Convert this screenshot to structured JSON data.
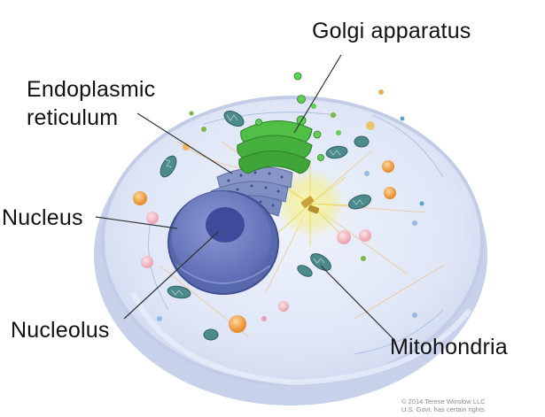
{
  "labels": {
    "golgi": "Golgi apparatus",
    "er_line1": "Endoplasmic",
    "er_line2": "reticulum",
    "nucleus": "Nucleus",
    "nucleolus": "Nucleolus",
    "mitochondria": "Mitohondria"
  },
  "copyright": {
    "line1": "© 2014 Terese Winslow LLC",
    "line2": "U.S. Govt. has certain rights"
  },
  "colors": {
    "cytoplasm": "#dfe6f6",
    "membrane": "#c4cee6",
    "nucleus": "#6f7fc2",
    "nucleolus": "#3e4a9a",
    "golgi": "#3fae3a",
    "mitochondria": "#4d8a8e",
    "er": "#7b8fc0",
    "centrosome_glow": "#f4f08a",
    "vesicle_orange": "#f0a040",
    "vesicle_pink": "#f2b9c4"
  }
}
